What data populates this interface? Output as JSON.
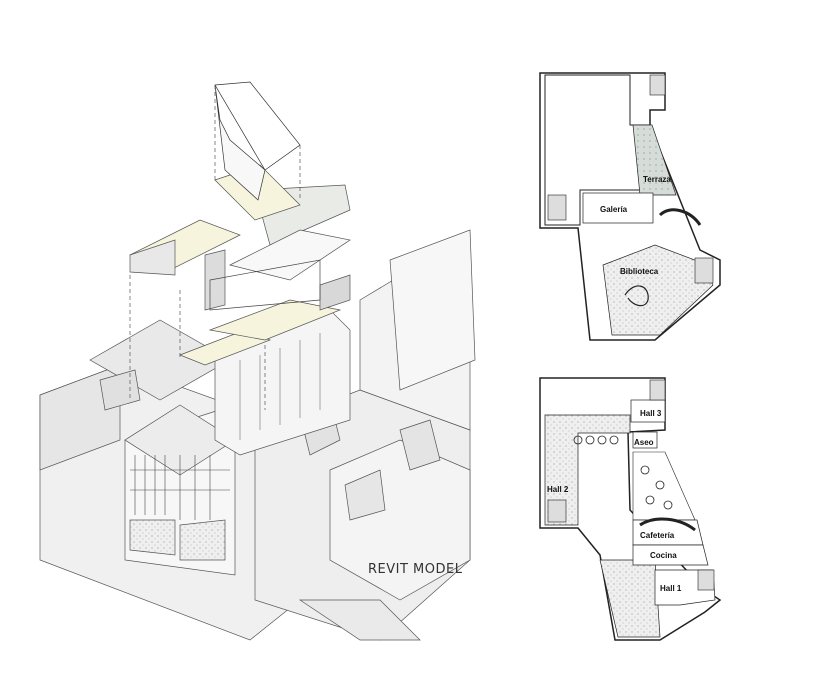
{
  "model_label": "REVIT MODEL",
  "plan_upper": {
    "rooms": [
      {
        "name": "Galería"
      },
      {
        "name": "Terraza"
      },
      {
        "name": "Biblioteca"
      }
    ]
  },
  "plan_lower": {
    "rooms": [
      {
        "name": "Hall 3"
      },
      {
        "name": "Aseo"
      },
      {
        "name": "Hall 2"
      },
      {
        "name": "Cafetería"
      },
      {
        "name": "Cocina"
      },
      {
        "name": "Hall 1"
      }
    ]
  },
  "colors": {
    "line": "#333333",
    "block_fill": "#f2f2f2",
    "room_fill": "#dcdcdc",
    "terrace_fill": "#d6ddd8",
    "floor_highlight": "#f6f4dc"
  }
}
